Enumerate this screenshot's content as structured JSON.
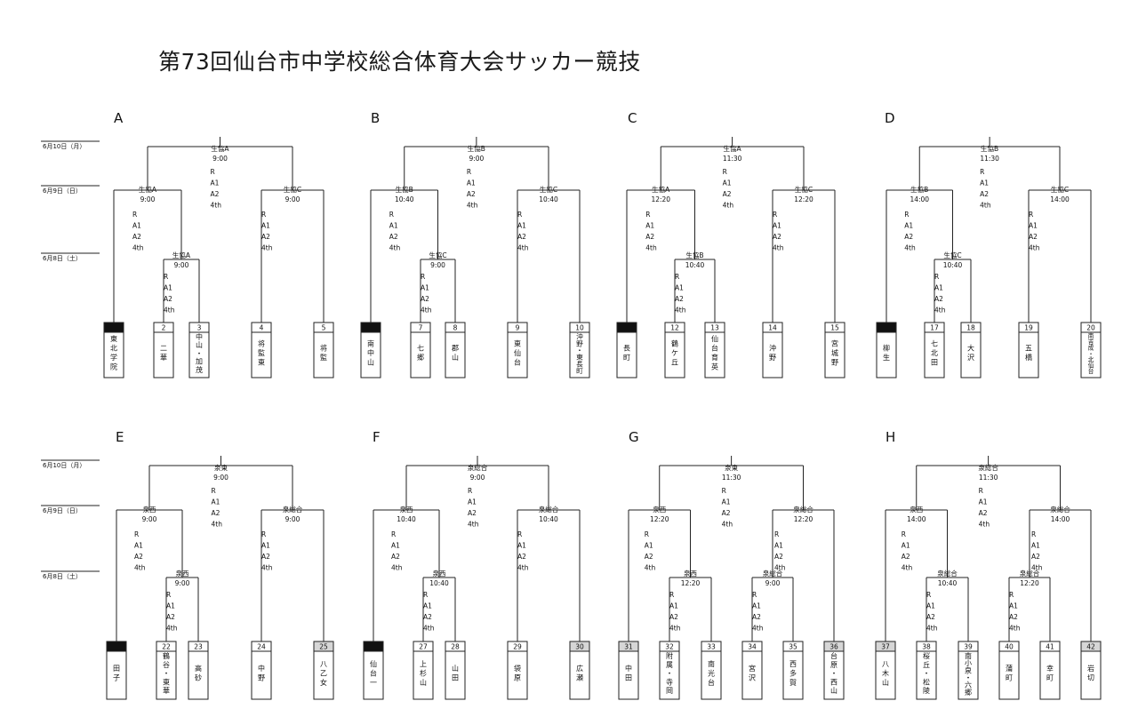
{
  "title": "第73回仙台市中学校総合体育大会サッカー競技",
  "date_labels": [
    "6月10日（月）",
    "6月9日（日）",
    "6月8日（土）"
  ],
  "round_codes": [
    "R",
    "A1",
    "A2",
    "4th"
  ],
  "groups": [
    {
      "letter": "A",
      "final": {
        "venue": "生協A",
        "time": "9:00"
      },
      "left": {
        "venue": "生協A",
        "time": "9:00"
      },
      "mid": {
        "venue": "生協A",
        "time": "9:00"
      },
      "right": {
        "venue": "生協C",
        "time": "9:00"
      },
      "teams": [
        {
          "n": "",
          "name": "東北学院",
          "seed": "black"
        },
        {
          "n": "2",
          "name": "二華"
        },
        {
          "n": "3",
          "name": "中山・加茂"
        },
        {
          "n": "4",
          "name": "将監東"
        },
        {
          "n": "5",
          "name": "将監"
        }
      ]
    },
    {
      "letter": "B",
      "final": {
        "venue": "生協B",
        "time": "9:00"
      },
      "left": {
        "venue": "生協B",
        "time": "10:40"
      },
      "mid": {
        "venue": "生協C",
        "time": "9:00"
      },
      "right": {
        "venue": "生協C",
        "time": "10:40"
      },
      "teams": [
        {
          "n": "",
          "name": "南中山",
          "seed": "black"
        },
        {
          "n": "7",
          "name": "七郷"
        },
        {
          "n": "8",
          "name": "郡山"
        },
        {
          "n": "9",
          "name": "東仙台"
        },
        {
          "n": "10",
          "name": "沖野・東長町"
        }
      ]
    },
    {
      "letter": "C",
      "final": {
        "venue": "生協A",
        "time": "11:30"
      },
      "left": {
        "venue": "生協A",
        "time": "12:20"
      },
      "mid": {
        "venue": "生協B",
        "time": "10:40"
      },
      "right": {
        "venue": "生協C",
        "time": "12:20"
      },
      "teams": [
        {
          "n": "",
          "name": "長町",
          "seed": "black"
        },
        {
          "n": "12",
          "name": "鶴ケ丘"
        },
        {
          "n": "13",
          "name": "仙台育英"
        },
        {
          "n": "14",
          "name": "沖野"
        },
        {
          "n": "15",
          "name": "宮城野"
        }
      ]
    },
    {
      "letter": "D",
      "final": {
        "venue": "生協B",
        "time": "11:30"
      },
      "left": {
        "venue": "生協B",
        "time": "14:00"
      },
      "mid": {
        "venue": "生協C",
        "time": "10:40"
      },
      "right": {
        "venue": "生協C",
        "time": "14:00"
      },
      "teams": [
        {
          "n": "",
          "name": "柳生",
          "seed": "black"
        },
        {
          "n": "17",
          "name": "七北田"
        },
        {
          "n": "18",
          "name": "大沢"
        },
        {
          "n": "19",
          "name": "五橋"
        },
        {
          "n": "20",
          "name": "南吉成・北仙台"
        }
      ]
    },
    {
      "letter": "E",
      "final": {
        "venue": "泉東",
        "time": "9:00"
      },
      "left": {
        "venue": "泉西",
        "time": "9:00"
      },
      "mid": {
        "venue": "泉西",
        "time": "9:00"
      },
      "right": {
        "venue": "泉総合",
        "time": "9:00"
      },
      "teams": [
        {
          "n": "",
          "name": "田子",
          "seed": "black"
        },
        {
          "n": "22",
          "name": "鶴谷・東華"
        },
        {
          "n": "23",
          "name": "高砂"
        },
        {
          "n": "24",
          "name": "中野"
        },
        {
          "n": "25",
          "name": "八乙女",
          "seed": "gray"
        }
      ]
    },
    {
      "letter": "F",
      "final": {
        "venue": "泉総合",
        "time": "9:00"
      },
      "left": {
        "venue": "泉西",
        "time": "10:40"
      },
      "mid": {
        "venue": "泉西",
        "time": "10:40"
      },
      "right": {
        "venue": "泉総合",
        "time": "10:40"
      },
      "teams": [
        {
          "n": "",
          "name": "仙台一",
          "seed": "black"
        },
        {
          "n": "27",
          "name": "上杉山"
        },
        {
          "n": "28",
          "name": "山田"
        },
        {
          "n": "29",
          "name": "袋原"
        },
        {
          "n": "30",
          "name": "広瀬",
          "seed": "gray"
        }
      ]
    },
    {
      "letter": "G",
      "final": {
        "venue": "泉東",
        "time": "11:30"
      },
      "left": {
        "venue": "泉西",
        "time": "12:20"
      },
      "mid": {
        "venue": "泉西",
        "time": "12:20"
      },
      "mid2": {
        "venue": "泉総合",
        "time": "9:00"
      },
      "right": {
        "venue": "泉総合",
        "time": "12:20"
      },
      "teams": [
        {
          "n": "31",
          "name": "中田",
          "seed": "gray"
        },
        {
          "n": "32",
          "name": "附属・寺岡"
        },
        {
          "n": "33",
          "name": "南光台"
        },
        {
          "n": "34",
          "name": "宮沢"
        },
        {
          "n": "35",
          "name": "西多賀"
        },
        {
          "n": "36",
          "name": "台原・西山",
          "seed": "gray"
        }
      ]
    },
    {
      "letter": "H",
      "final": {
        "venue": "泉総合",
        "time": "11:30"
      },
      "left": {
        "venue": "泉西",
        "time": "14:00"
      },
      "mid": {
        "venue": "泉総合",
        "time": "10:40"
      },
      "mid2": {
        "venue": "泉総合",
        "time": "12:20"
      },
      "right": {
        "venue": "泉総合",
        "time": "14:00"
      },
      "teams": [
        {
          "n": "37",
          "name": "八木山",
          "seed": "gray"
        },
        {
          "n": "38",
          "name": "桜丘・松陵"
        },
        {
          "n": "39",
          "name": "南小泉・六郷"
        },
        {
          "n": "40",
          "name": "蒲町"
        },
        {
          "n": "41",
          "name": "幸町"
        },
        {
          "n": "42",
          "name": "岩切",
          "seed": "gray"
        }
      ]
    }
  ]
}
